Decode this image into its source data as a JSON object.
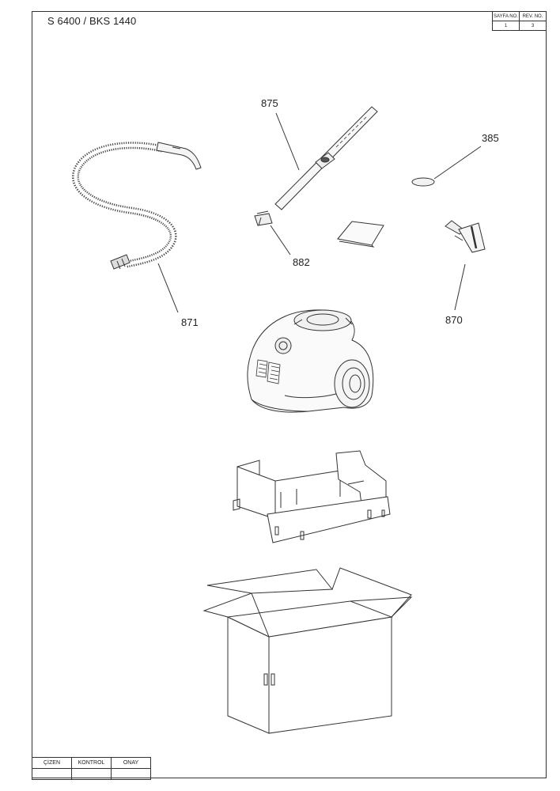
{
  "header": {
    "model": "S 6400 / BKS 1440",
    "page_label": "SAYFA NO.",
    "rev_label": "REV. NO.",
    "page_value": "1",
    "rev_value": "3"
  },
  "callouts": {
    "c875": "875",
    "c385": "385",
    "c882": "882",
    "c871": "871",
    "c870": "870"
  },
  "footer": {
    "drawn": "ÇİZEN",
    "check": "KONTROL",
    "approve": "ONAY"
  },
  "colors": {
    "line": "#333333",
    "fill_light": "#eeeeee",
    "fill_dark": "#555555"
  }
}
